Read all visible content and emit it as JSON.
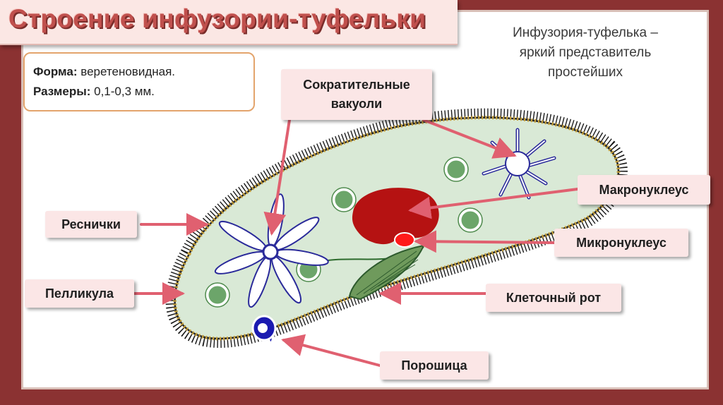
{
  "title": "Строение инфузории-туфельки",
  "subtitle_lines": [
    "Инфузория-туфелька –",
    "яркий представитель",
    "простейших"
  ],
  "info": {
    "form_label": "Форма:",
    "form_value": " веретеновидная.",
    "size_label": "Размеры:",
    "size_value": " 0,1-0,3 мм."
  },
  "labels": {
    "contractile_vacuoles_1": "Сократительные",
    "contractile_vacuoles_2": "вакуоли",
    "cilia": "Реснички",
    "pellicle": "Пелликула",
    "macronucleus": "Макронуклеус",
    "micronucleus": "Микронуклеус",
    "cell_mouth": "Клеточный рот",
    "powder": "Порошица"
  },
  "colors": {
    "background": "#8b3232",
    "title": "#c0504d",
    "label_bg": "#fbe6e6",
    "arrow": "#e06070",
    "cytoplasm": "#d9e9d6",
    "macronucleus": "#b51212",
    "micronucleus": "#ff1a1a",
    "vacuole": "#2a2a9a"
  }
}
